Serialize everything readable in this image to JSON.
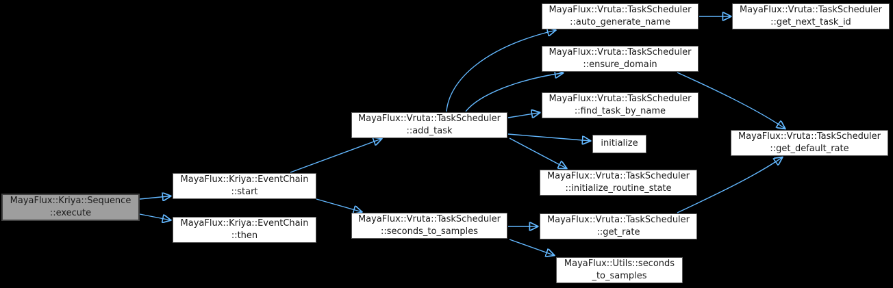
{
  "diagram": {
    "type": "doxygen-call-graph",
    "colors": {
      "background": "#000000",
      "arrow": "#63b8ff",
      "node_fill": "#ffffff",
      "node_border": "#5a5a5a",
      "root_fill": "#9e9e9e",
      "root_border": "#404040",
      "text": "#1a1a1a"
    },
    "nodes": {
      "execute": {
        "label": "MayaFlux::Kriya::Sequence\n::execute",
        "root": true
      },
      "start": {
        "label": "MayaFlux::Kriya::EventChain\n::start"
      },
      "then": {
        "label": "MayaFlux::Kriya::EventChain\n::then"
      },
      "add_task": {
        "label": "MayaFlux::Vruta::TaskScheduler\n::add_task"
      },
      "seconds_to_samples": {
        "label": "MayaFlux::Vruta::TaskScheduler\n::seconds_to_samples"
      },
      "auto_generate_name": {
        "label": "MayaFlux::Vruta::TaskScheduler\n::auto_generate_name"
      },
      "get_next_task_id": {
        "label": "MayaFlux::Vruta::TaskScheduler\n::get_next_task_id"
      },
      "ensure_domain": {
        "label": "MayaFlux::Vruta::TaskScheduler\n::ensure_domain"
      },
      "find_task_by_name": {
        "label": "MayaFlux::Vruta::TaskScheduler\n::find_task_by_name"
      },
      "initialize": {
        "label": "initialize"
      },
      "initialize_routine_state": {
        "label": "MayaFlux::Vruta::TaskScheduler\n::initialize_routine_state"
      },
      "get_rate": {
        "label": "MayaFlux::Vruta::TaskScheduler\n::get_rate"
      },
      "get_default_rate": {
        "label": "MayaFlux::Vruta::TaskScheduler\n::get_default_rate"
      },
      "utils_seconds_to_samples": {
        "label": "MayaFlux::Utils::seconds\n_to_samples"
      }
    },
    "edges": [
      {
        "from": "execute",
        "to": "start"
      },
      {
        "from": "execute",
        "to": "then"
      },
      {
        "from": "start",
        "to": "add_task"
      },
      {
        "from": "start",
        "to": "seconds_to_samples"
      },
      {
        "from": "add_task",
        "to": "auto_generate_name"
      },
      {
        "from": "add_task",
        "to": "ensure_domain"
      },
      {
        "from": "add_task",
        "to": "find_task_by_name"
      },
      {
        "from": "add_task",
        "to": "initialize"
      },
      {
        "from": "add_task",
        "to": "initialize_routine_state"
      },
      {
        "from": "auto_generate_name",
        "to": "get_next_task_id"
      },
      {
        "from": "ensure_domain",
        "to": "get_default_rate"
      },
      {
        "from": "get_rate",
        "to": "get_default_rate"
      },
      {
        "from": "seconds_to_samples",
        "to": "get_rate"
      },
      {
        "from": "seconds_to_samples",
        "to": "utils_seconds_to_samples"
      }
    ]
  }
}
